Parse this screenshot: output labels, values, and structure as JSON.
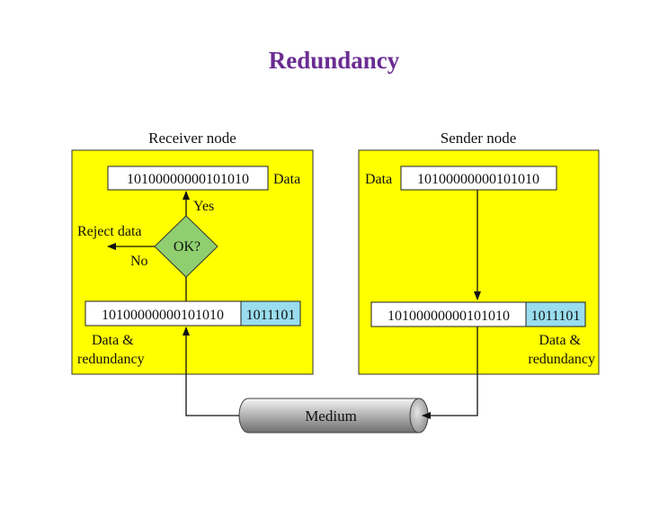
{
  "title": "Redundancy",
  "receiver": {
    "header": "Receiver node",
    "data_bits": "10100000000101010",
    "data_label": "Data",
    "yes_label": "Yes",
    "decision_label": "OK?",
    "reject_label": "Reject data",
    "no_label": "No",
    "frame_data_bits": "10100000000101010",
    "frame_redundancy_bits": "1011101",
    "frame_label_line1": "Data &",
    "frame_label_line2": "redundancy"
  },
  "sender": {
    "header": "Sender node",
    "data_label": "Data",
    "data_bits": "10100000000101010",
    "frame_data_bits": "10100000000101010",
    "frame_redundancy_bits": "1011101",
    "frame_label_line1": "Data &",
    "frame_label_line2": "redundancy"
  },
  "medium": {
    "label": "Medium"
  },
  "colors": {
    "panel": "#ffff00",
    "redundancy": "#99ddee",
    "decision": "#8fcf6f",
    "title": "#6a2c91"
  }
}
